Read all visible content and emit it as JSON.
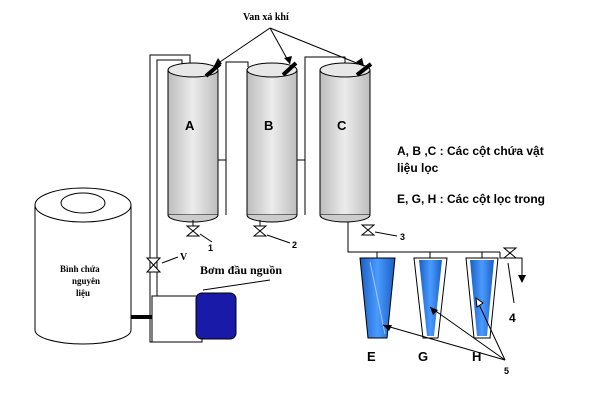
{
  "labels": {
    "air_vent": "Van xả khí",
    "col_a": "A",
    "col_b": "B",
    "col_c": "C",
    "legend_line1": "A, B ,C : Các cột chứa vật",
    "legend_line2": "liệu lọc",
    "legend_line3": "E, G, H : Các cột lọc trong",
    "tank_line1": "Bình chứa",
    "tank_line2": "nguyên",
    "tank_line3": "liệu",
    "valve_v": "V",
    "pump": "Bơm đầu nguồn",
    "num_1": "1",
    "num_2": "2",
    "num_3": "3",
    "num_4": "4",
    "num_5": "5",
    "cone_e": "E",
    "cone_g": "G",
    "cone_h": "H"
  },
  "colors": {
    "column_fill": "#d9d9d9",
    "pump_blue": "#1a1aa8",
    "filter_blue": "#1e6fd6",
    "stroke": "#000000"
  }
}
